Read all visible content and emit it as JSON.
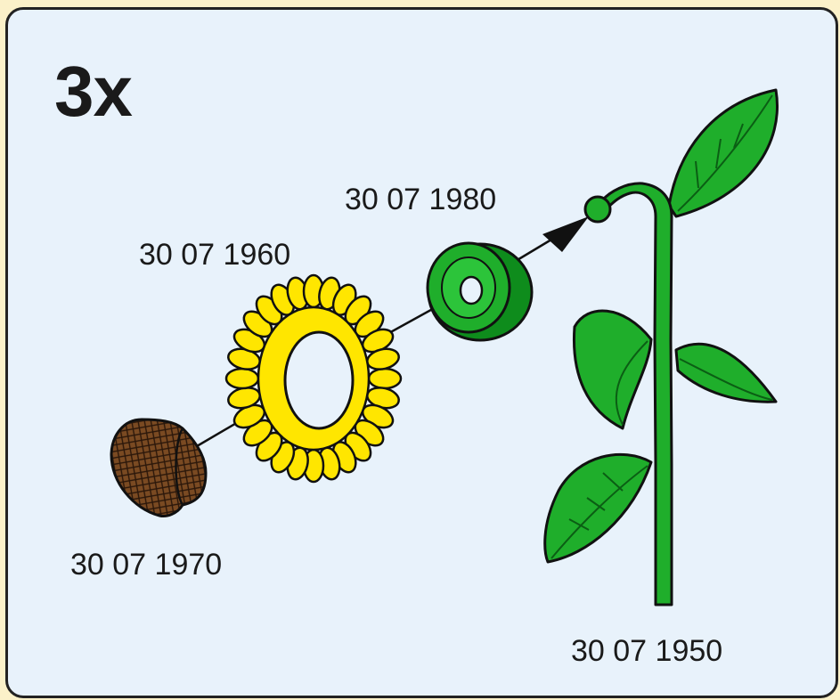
{
  "instruction": {
    "quantity": "3x"
  },
  "parts": [
    {
      "number": "30 07 1980",
      "icon": "green-leaf-base-icon"
    },
    {
      "number": "30 07 1960",
      "icon": "yellow-petal-ring-icon"
    },
    {
      "number": "30 07 1970",
      "icon": "brown-seed-center-icon"
    },
    {
      "number": "30 07 1950",
      "icon": "green-stem-with-leaves-icon"
    }
  ],
  "colors": {
    "panel_bg": "#e8f2fb",
    "page_bg": "#fbf1c9",
    "green": "#1fae2b",
    "yellow": "#ffe600",
    "brown": "#6b3f1e",
    "outline": "#111111"
  }
}
